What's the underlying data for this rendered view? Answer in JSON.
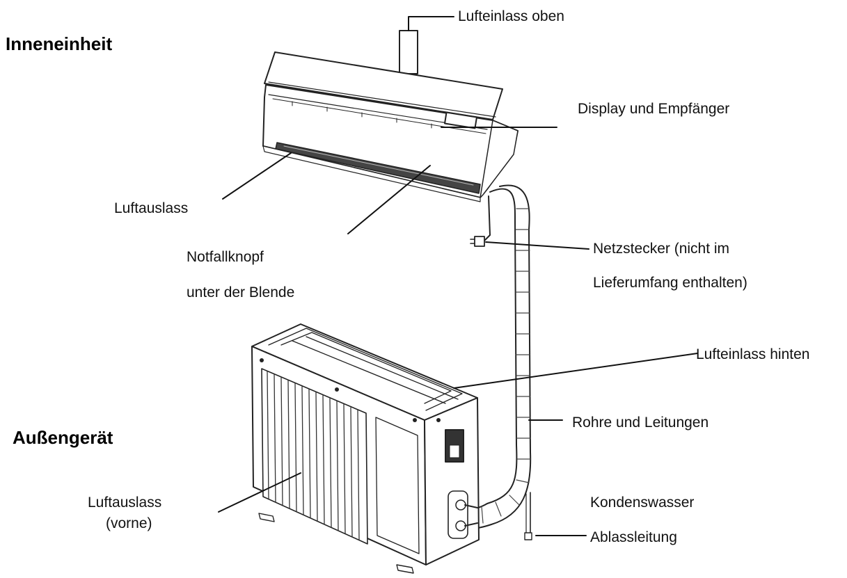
{
  "headings": {
    "indoor": "Inneneinheit",
    "outdoor": "Außengerät"
  },
  "labels": {
    "air_inlet_top": "Lufteinlass oben",
    "display_receiver": "Display und Empfänger",
    "air_outlet_indoor": "Luftauslass",
    "emergency_button_line1": "Notfallknopf",
    "emergency_button_line2": "unter der Blende",
    "power_plug_line1": "Netzstecker  (nicht  im",
    "power_plug_line2": "Lieferumfang enthalten)",
    "air_inlet_rear": "Lufteinlass hinten",
    "pipes_cables": "Rohre und Leitungen",
    "air_outlet_front_line1": "Luftauslass",
    "air_outlet_front_line2": "(vorne)",
    "condensate_line1": "Kondenswasser",
    "condensate_line2": "Ablassleitung"
  }
}
